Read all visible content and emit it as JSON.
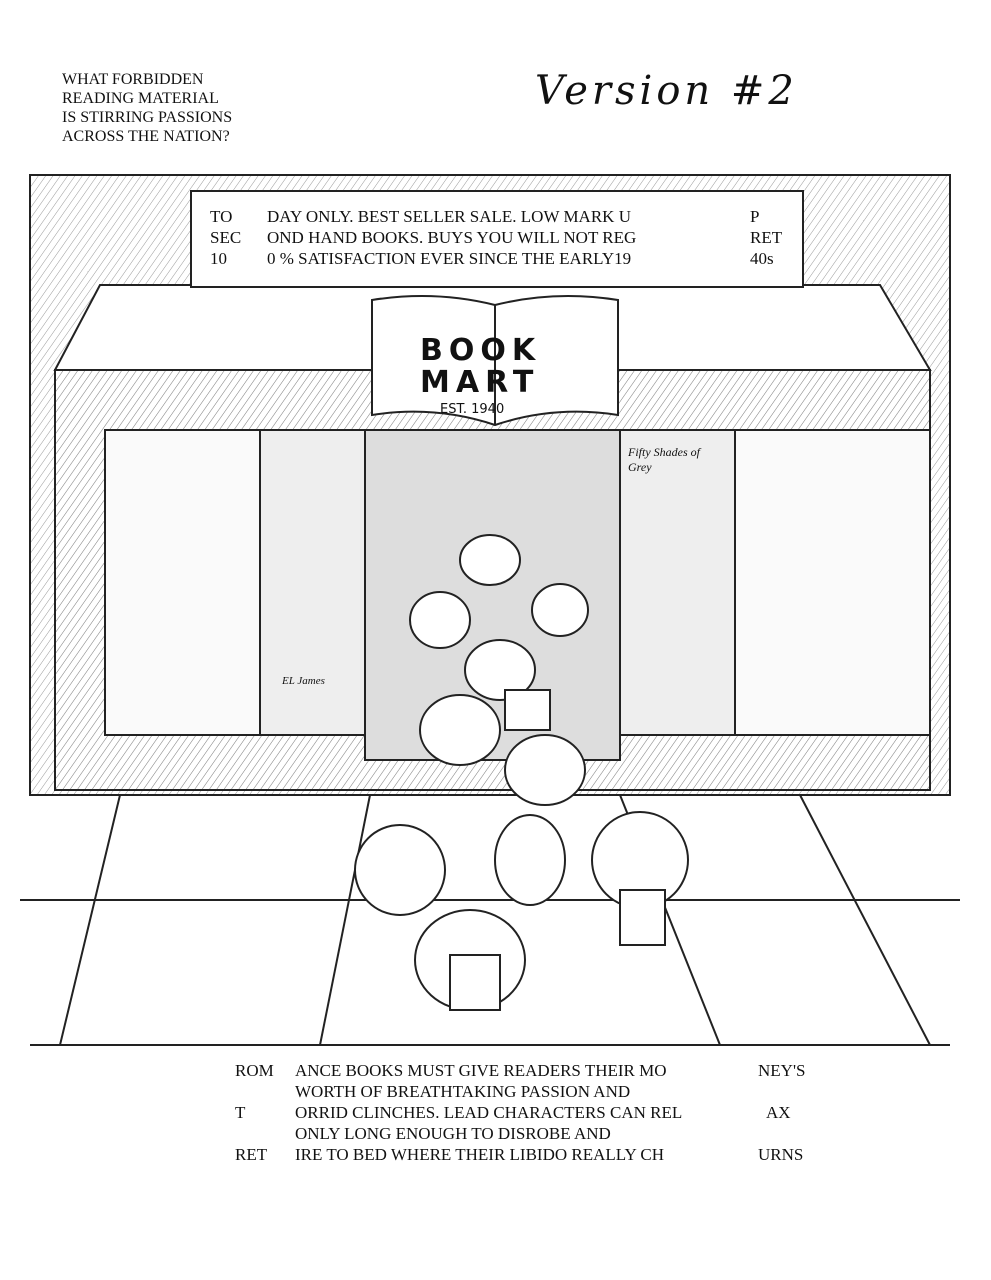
{
  "headline": [
    "WHAT FORBIDDEN",
    "READING MATERIAL",
    "IS STIRRING PASSIONS",
    "ACROSS THE NATION?"
  ],
  "version_note": "Version #2",
  "banner": {
    "left": [
      "TO",
      "SEC",
      "10"
    ],
    "middle": [
      "DAY ONLY. BEST SELLER SALE. LOW MARK U",
      "OND HAND BOOKS. BUYS YOU WILL NOT REG",
      "0 % SATISFACTION EVER SINCE THE EARLY19"
    ],
    "right": [
      "P",
      "RET",
      "40s"
    ]
  },
  "store_sign": {
    "line1": "BOOK",
    "line2": "MART",
    "est": "EST. 1940"
  },
  "window_right_poster": "Fifty Shades of Grey",
  "window_left_poster": "EL James",
  "caption": {
    "left": [
      "ROM",
      "",
      "T",
      "",
      "RET"
    ],
    "middle": [
      "ANCE BOOKS MUST GIVE READERS THEIR MO",
      "WORTH OF BREATHTAKING PASSION AND",
      "ORRID CLINCHES. LEAD CHARACTERS CAN REL",
      "ONLY LONG ENOUGH TO DISROBE AND",
      "IRE TO BED WHERE THEIR LIBIDO REALLY CH"
    ],
    "right": [
      "NEY'S",
      "",
      "AX",
      "",
      "URNS"
    ]
  }
}
